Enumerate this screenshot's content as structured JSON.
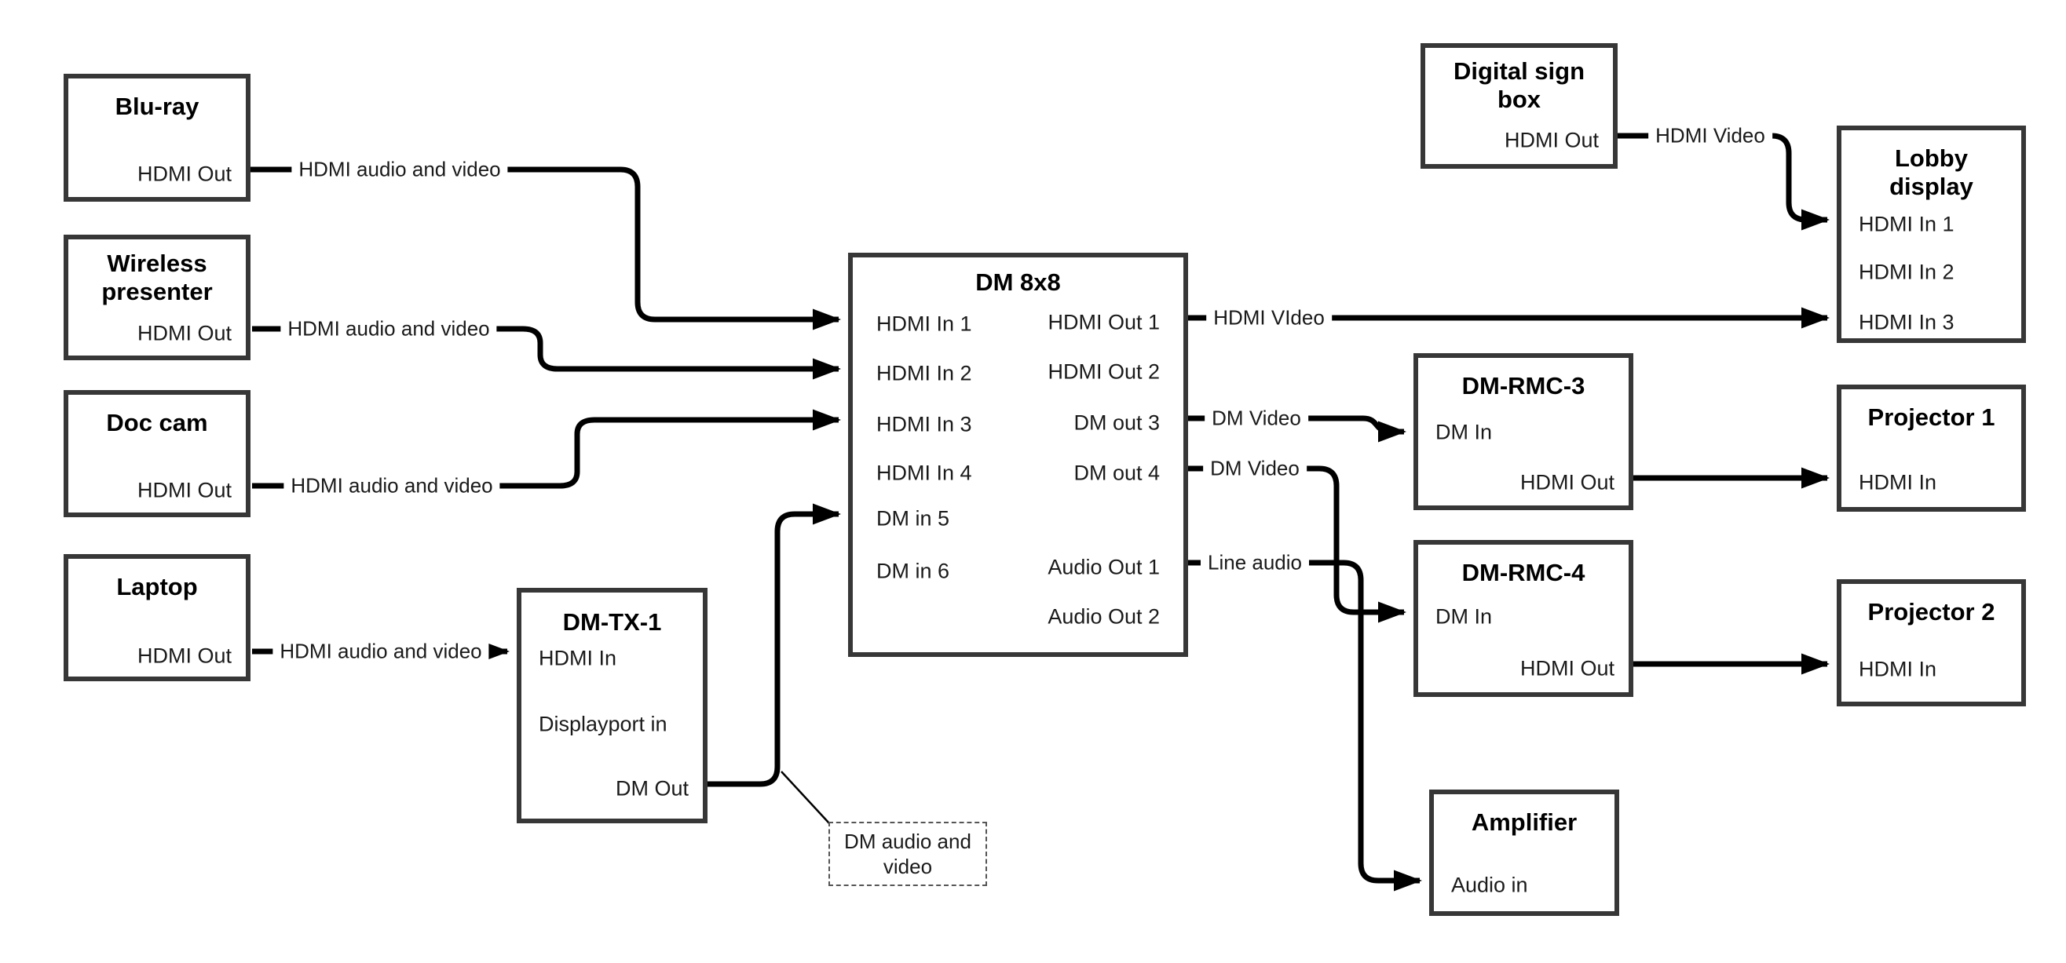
{
  "nodes": {
    "bluray": {
      "title": "Blu-ray",
      "ports": {
        "hdmi_out": "HDMI Out"
      }
    },
    "wireless": {
      "title": "Wireless\npresenter",
      "ports": {
        "hdmi_out": "HDMI Out"
      }
    },
    "doccam": {
      "title": "Doc cam",
      "ports": {
        "hdmi_out": "HDMI Out"
      }
    },
    "laptop": {
      "title": "Laptop",
      "ports": {
        "hdmi_out": "HDMI Out"
      }
    },
    "dmtx1": {
      "title": "DM-TX-1",
      "ports": {
        "hdmi_in": "HDMI In",
        "displayport_in": "Displayport in",
        "dm_out": "DM Out"
      }
    },
    "dm8x8": {
      "title": "DM 8x8",
      "ports": {
        "in1": "HDMI In 1",
        "in2": "HDMI In 2",
        "in3": "HDMI In 3",
        "in4": "HDMI In 4",
        "in5": "DM in 5",
        "in6": "DM in 6",
        "out1": "HDMI Out 1",
        "out2": "HDMI Out 2",
        "out3": "DM out 3",
        "out4": "DM out 4",
        "audio1": "Audio Out 1",
        "audio2": "Audio Out 2"
      }
    },
    "digitalsign": {
      "title": "Digital sign\nbox",
      "ports": {
        "hdmi_out": "HDMI Out"
      }
    },
    "lobby": {
      "title": "Lobby\ndisplay",
      "ports": {
        "in1": "HDMI In 1",
        "in2": "HDMI In 2",
        "in3": "HDMI In 3"
      }
    },
    "dmrmc3": {
      "title": "DM-RMC-3",
      "ports": {
        "dm_in": "DM In",
        "hdmi_out": "HDMI Out"
      }
    },
    "proj1": {
      "title": "Projector 1",
      "ports": {
        "hdmi_in": "HDMI In"
      }
    },
    "dmrmc4": {
      "title": "DM-RMC-4",
      "ports": {
        "dm_in": "DM In",
        "hdmi_out": "HDMI Out"
      }
    },
    "proj2": {
      "title": "Projector 2",
      "ports": {
        "hdmi_in": "HDMI In"
      }
    },
    "amplifier": {
      "title": "Amplifier",
      "ports": {
        "audio_in": "Audio in"
      }
    }
  },
  "edges": {
    "bluray_to_dm8x8": "HDMI audio and video",
    "wireless_to_dm8x8": "HDMI audio and video",
    "doccam_to_dm8x8": "HDMI audio and video",
    "laptop_to_dmtx1": "HDMI audio and video",
    "dm8x8_out1_to_lobby": "HDMI VIdeo",
    "dm8x8_out3_to_rmc3": "DM Video",
    "dm8x8_out4_to_rmc4": "DM Video",
    "dm8x8_audio1_to_amp": "Line audio",
    "digitalsign_to_lobby": "HDMI Video",
    "callout": "DM audio and\nvideo"
  },
  "colors": {
    "line": "#000000",
    "box_border": "#373737",
    "text": "#1a1a1a",
    "background": "#ffffff"
  }
}
